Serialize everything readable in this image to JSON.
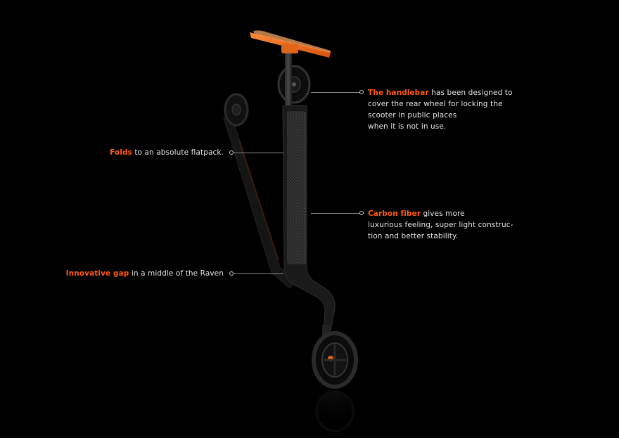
{
  "callouts": {
    "handlebar": {
      "highlight": "The handlebar",
      "line1_rest": " has been designed to",
      "line2": "cover the rear wheel for locking the",
      "line3": "scooter in public places",
      "line4": "when it is not in use."
    },
    "folds": {
      "highlight": "Folds",
      "rest": " to an absolute flatpack."
    },
    "carbon": {
      "highlight": "Carbon fiber",
      "line1_rest": " gives more",
      "line2": "luxurious feeling, super light construc-",
      "line3": "tion and better stability."
    },
    "gap": {
      "highlight": "Innovative gap",
      "rest": " in a middle of the Raven"
    }
  },
  "colors": {
    "background": "#000000",
    "accent": "#ff5a14",
    "text": "#e6e6e6",
    "connector": "#8a8a8a"
  }
}
